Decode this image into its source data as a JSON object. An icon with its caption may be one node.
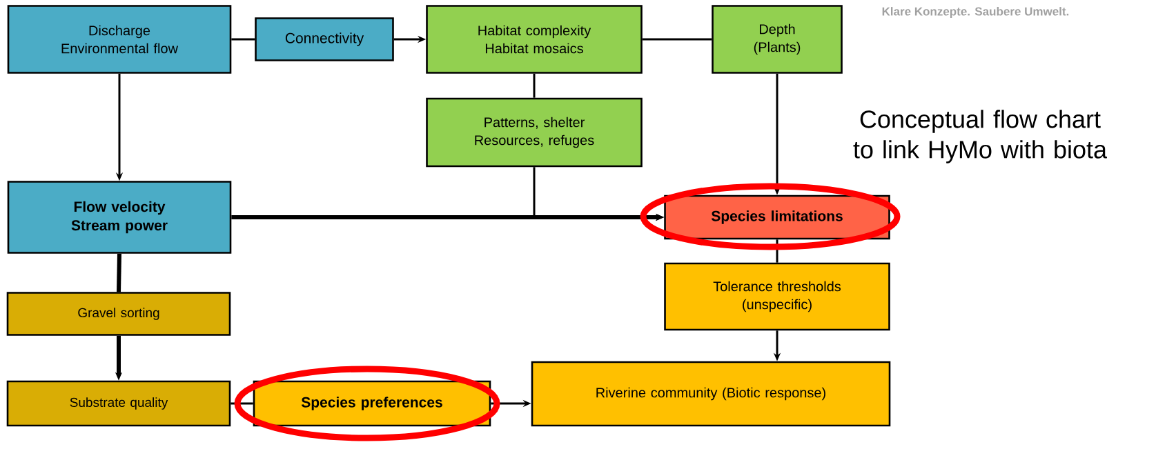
{
  "diagram": {
    "title": "Conceptual flow chart to link HyMo with biota",
    "nodes": [
      {
        "text": [
          "Discharge Environmental flow"
        ]
      },
      {
        "text": [
          "Connectivity"
        ]
      },
      {
        "text": [
          "Habitat complexity Habitat mosaics"
        ]
      },
      {
        "text": [
          "Depth (Plants)"
        ]
      },
      {
        "text": [
          "Patterns, shelter Resources, refuges"
        ]
      },
      {
        "text": [
          "Flow velocity Stream power"
        ]
      },
      {
        "text": [
          "Species limitations"
        ]
      },
      {
        "text": [
          "Tolerance thresholds (unspecific)"
        ]
      },
      {
        "text": [
          "Gravel sorting"
        ]
      },
      {
        "text": [
          "Substrate quality"
        ]
      },
      {
        "text": [
          "Species preferences"
        ]
      },
      {
        "text": [
          "Riverine community (Biotic response)"
        ]
      }
    ],
    "edges": [
      {
        "from": 0,
        "to": 1,
        "arrow": "none"
      },
      {
        "from": 1,
        "to": 2,
        "arrow": "to"
      },
      {
        "from": 2,
        "to": 3,
        "arrow": "none"
      },
      {
        "from": 2,
        "to": 4,
        "arrow": "none"
      },
      {
        "from": 0,
        "to": 5,
        "arrow": "to"
      },
      {
        "from": 5,
        "to": 6,
        "arrow": "to",
        "style": "thick"
      },
      {
        "from": 4,
        "to": 6,
        "arrow": "to"
      },
      {
        "from": 3,
        "to": 6,
        "arrow": "to"
      },
      {
        "from": 6,
        "to": 7,
        "arrow": "none"
      },
      {
        "from": 7,
        "to": 11,
        "arrow": "to"
      },
      {
        "from": 5,
        "to": 8,
        "arrow": "none",
        "style": "thick"
      },
      {
        "from": 8,
        "to": 9,
        "arrow": "to",
        "style": "thick"
      },
      {
        "from": 9,
        "to": 10,
        "arrow": "none"
      },
      {
        "from": 10,
        "to": 11,
        "arrow": "to"
      }
    ],
    "labels": [
      "Klare Konzepte. Saubere Umwelt."
    ]
  }
}
